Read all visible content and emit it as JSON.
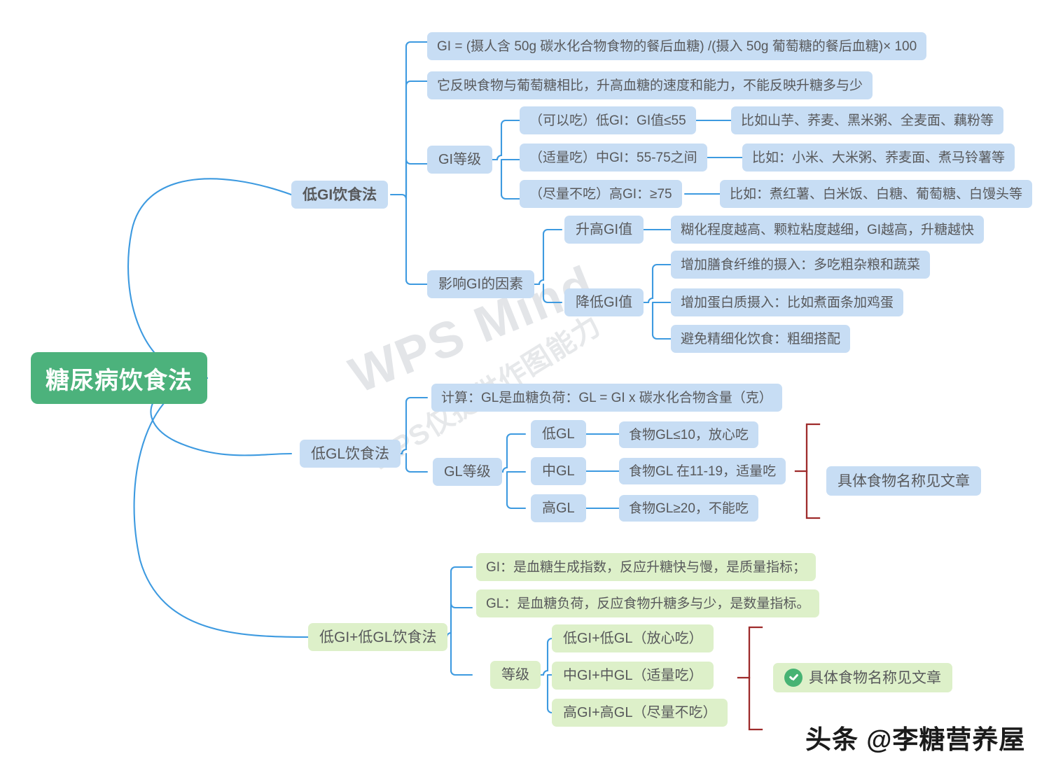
{
  "root": {
    "label": "糖尿病饮食法",
    "color": "#4cb27c",
    "text_color": "#ffffff"
  },
  "watermark": {
    "main": "WPS Mind",
    "sub": "WPS仅提供作图能力",
    "credit": "头条 @李糖营养屋"
  },
  "palette": {
    "node_blue": "#c7ddf4",
    "node_green": "#ddf0c9",
    "connector_blue": "#3d9ae0",
    "brace_red": "#9e2b2b",
    "node_text": "#58595b",
    "check_green": "#47b373"
  },
  "branches": [
    {
      "id": "low-gi",
      "label": "低GI饮食法",
      "bold": true,
      "style": "blue",
      "children": [
        {
          "id": "gi-formula",
          "label": "GI = (摄人含 50g 碳水化合物食物的餐后血糖) /(摄入 50g 葡萄糖的餐后血糖)× 100",
          "style": "blue"
        },
        {
          "id": "gi-meaning",
          "label": "它反映食物与葡萄糖相比，升高血糖的速度和能力，不能反映升糖多与少",
          "style": "blue"
        },
        {
          "id": "gi-grade",
          "label": "GI等级",
          "style": "blue",
          "children": [
            {
              "id": "gi-low",
              "label": "（可以吃）低GI：GI值≤55",
              "style": "blue",
              "children": [
                {
                  "id": "gi-low-foods",
                  "label": "比如山芋、荞麦、黑米粥、全麦面、藕粉等",
                  "style": "blue"
                }
              ]
            },
            {
              "id": "gi-mid",
              "label": "（适量吃）中GI：55-75之间",
              "style": "blue",
              "children": [
                {
                  "id": "gi-mid-foods",
                  "label": "比如：小米、大米粥、荞麦面、煮马铃薯等",
                  "style": "blue"
                }
              ]
            },
            {
              "id": "gi-high",
              "label": "（尽量不吃）高GI：≥75",
              "style": "blue",
              "children": [
                {
                  "id": "gi-high-foods",
                  "label": "比如：煮红薯、白米饭、白糖、葡萄糖、白馒头等",
                  "style": "blue"
                }
              ]
            }
          ]
        },
        {
          "id": "gi-factors",
          "label": "影响GI的因素",
          "style": "blue",
          "children": [
            {
              "id": "gi-raise",
              "label": "升高GI值",
              "style": "blue",
              "children": [
                {
                  "id": "gi-raise-1",
                  "label": "糊化程度越高、颗粒粘度越细，GI越高，升糖越快",
                  "style": "blue"
                }
              ]
            },
            {
              "id": "gi-lower",
              "label": "降低GI值",
              "style": "blue",
              "children": [
                {
                  "id": "gi-lower-1",
                  "label": "增加膳食纤维的摄入：多吃粗杂粮和蔬菜",
                  "style": "blue"
                },
                {
                  "id": "gi-lower-2",
                  "label": "增加蛋白质摄入：比如煮面条加鸡蛋",
                  "style": "blue"
                },
                {
                  "id": "gi-lower-3",
                  "label": "避免精细化饮食：粗细搭配",
                  "style": "blue"
                }
              ]
            }
          ]
        }
      ]
    },
    {
      "id": "low-gl",
      "label": "低GL饮食法",
      "bold": false,
      "style": "blue",
      "children": [
        {
          "id": "gl-calc",
          "label": "计算：GL是血糖负荷：GL = GI x 碳水化合物含量（克）",
          "style": "blue"
        },
        {
          "id": "gl-grade",
          "label": "GL等级",
          "style": "blue",
          "children": [
            {
              "id": "gl-low",
              "label": "低GL",
              "style": "blue",
              "children": [
                {
                  "id": "gl-low-d",
                  "label": "食物GL≤10，放心吃",
                  "style": "blue"
                }
              ]
            },
            {
              "id": "gl-mid",
              "label": "中GL",
              "style": "blue",
              "children": [
                {
                  "id": "gl-mid-d",
                  "label": "食物GL 在11-19，适量吃",
                  "style": "blue"
                }
              ]
            },
            {
              "id": "gl-high",
              "label": "高GL",
              "style": "blue",
              "children": [
                {
                  "id": "gl-high-d",
                  "label": "食物GL≥20，不能吃",
                  "style": "blue"
                }
              ]
            }
          ]
        }
      ],
      "brace_note": {
        "id": "gl-brace-note",
        "label": "具体食物名称见文章",
        "style": "blue",
        "has_check": false
      }
    },
    {
      "id": "low-gi-gl",
      "label": "低GI+低GL饮食法",
      "bold": false,
      "style": "green",
      "children": [
        {
          "id": "def-gi",
          "label": "GI：是血糖生成指数，反应升糖快与慢，是质量指标；",
          "style": "green"
        },
        {
          "id": "def-gl",
          "label": "GL：是血糖负荷，反应食物升糖多与少，是数量指标。",
          "style": "green"
        },
        {
          "id": "combo-grade",
          "label": "等级",
          "style": "green",
          "children": [
            {
              "id": "combo-low",
              "label": "低GI+低GL（放心吃）",
              "style": "green"
            },
            {
              "id": "combo-mid",
              "label": "中GI+中GL（适量吃）",
              "style": "green"
            },
            {
              "id": "combo-high",
              "label": "高GI+高GL（尽量不吃）",
              "style": "green"
            }
          ]
        }
      ],
      "brace_note": {
        "id": "combo-brace-note",
        "label": "具体食物名称见文章",
        "style": "green",
        "has_check": true
      }
    }
  ]
}
